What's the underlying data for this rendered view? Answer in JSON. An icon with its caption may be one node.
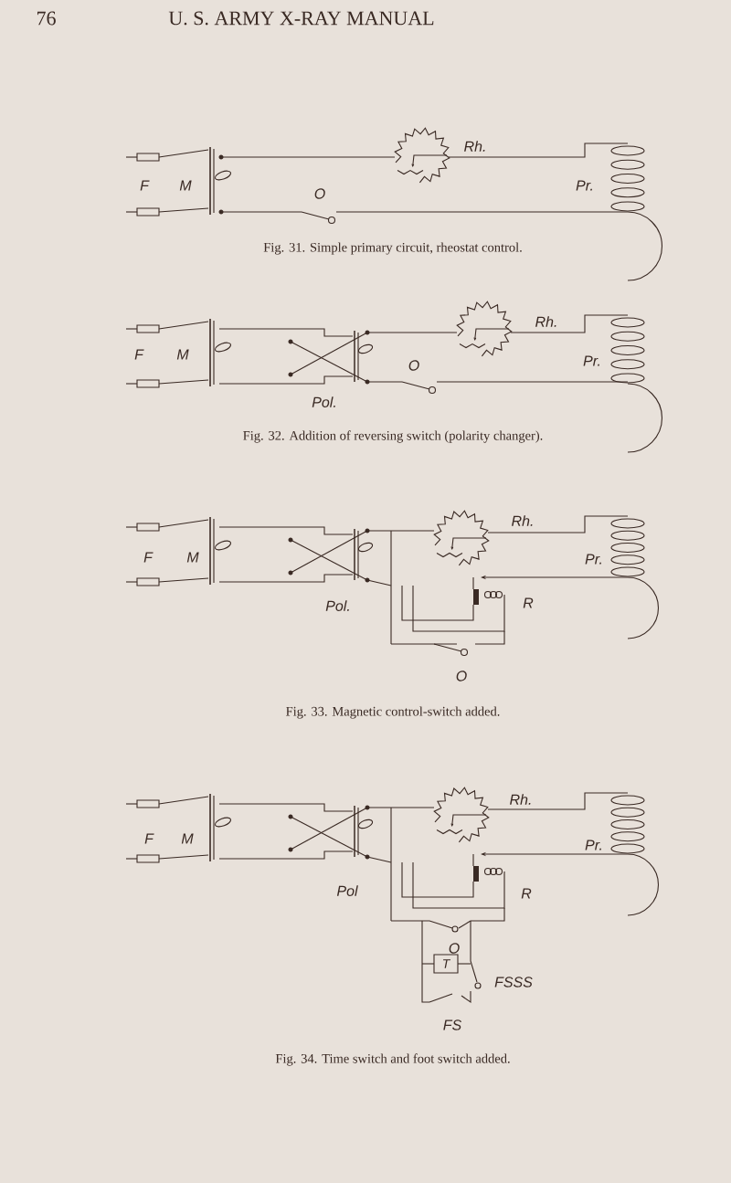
{
  "diagram": {
    "nodes": [
      {
        "text": [
          "T"
        ]
      }
    ],
    "labels": [
      "76",
      "U. S. ARMY X-RAY MANUAL",
      "Rh.",
      "F",
      "M",
      "O",
      "Pr.",
      "Fig. 31. Simple primary circuit, rheostat control.",
      "Rh.",
      "F",
      "M",
      "O",
      "Pr.",
      "Pol.",
      "Fig. 32. Addition of reversing switch (polarity changer).",
      "Rh.",
      "F",
      "M",
      "Pr.",
      "Pol.",
      "R",
      "O",
      "Fig. 33. Magnetic control-switch added.",
      "Rh.",
      "F",
      "M",
      "Pr.",
      "Pol",
      "R",
      "O",
      "FSSS",
      "FS",
      "Fig. 34. Time switch and foot switch added."
    ]
  }
}
